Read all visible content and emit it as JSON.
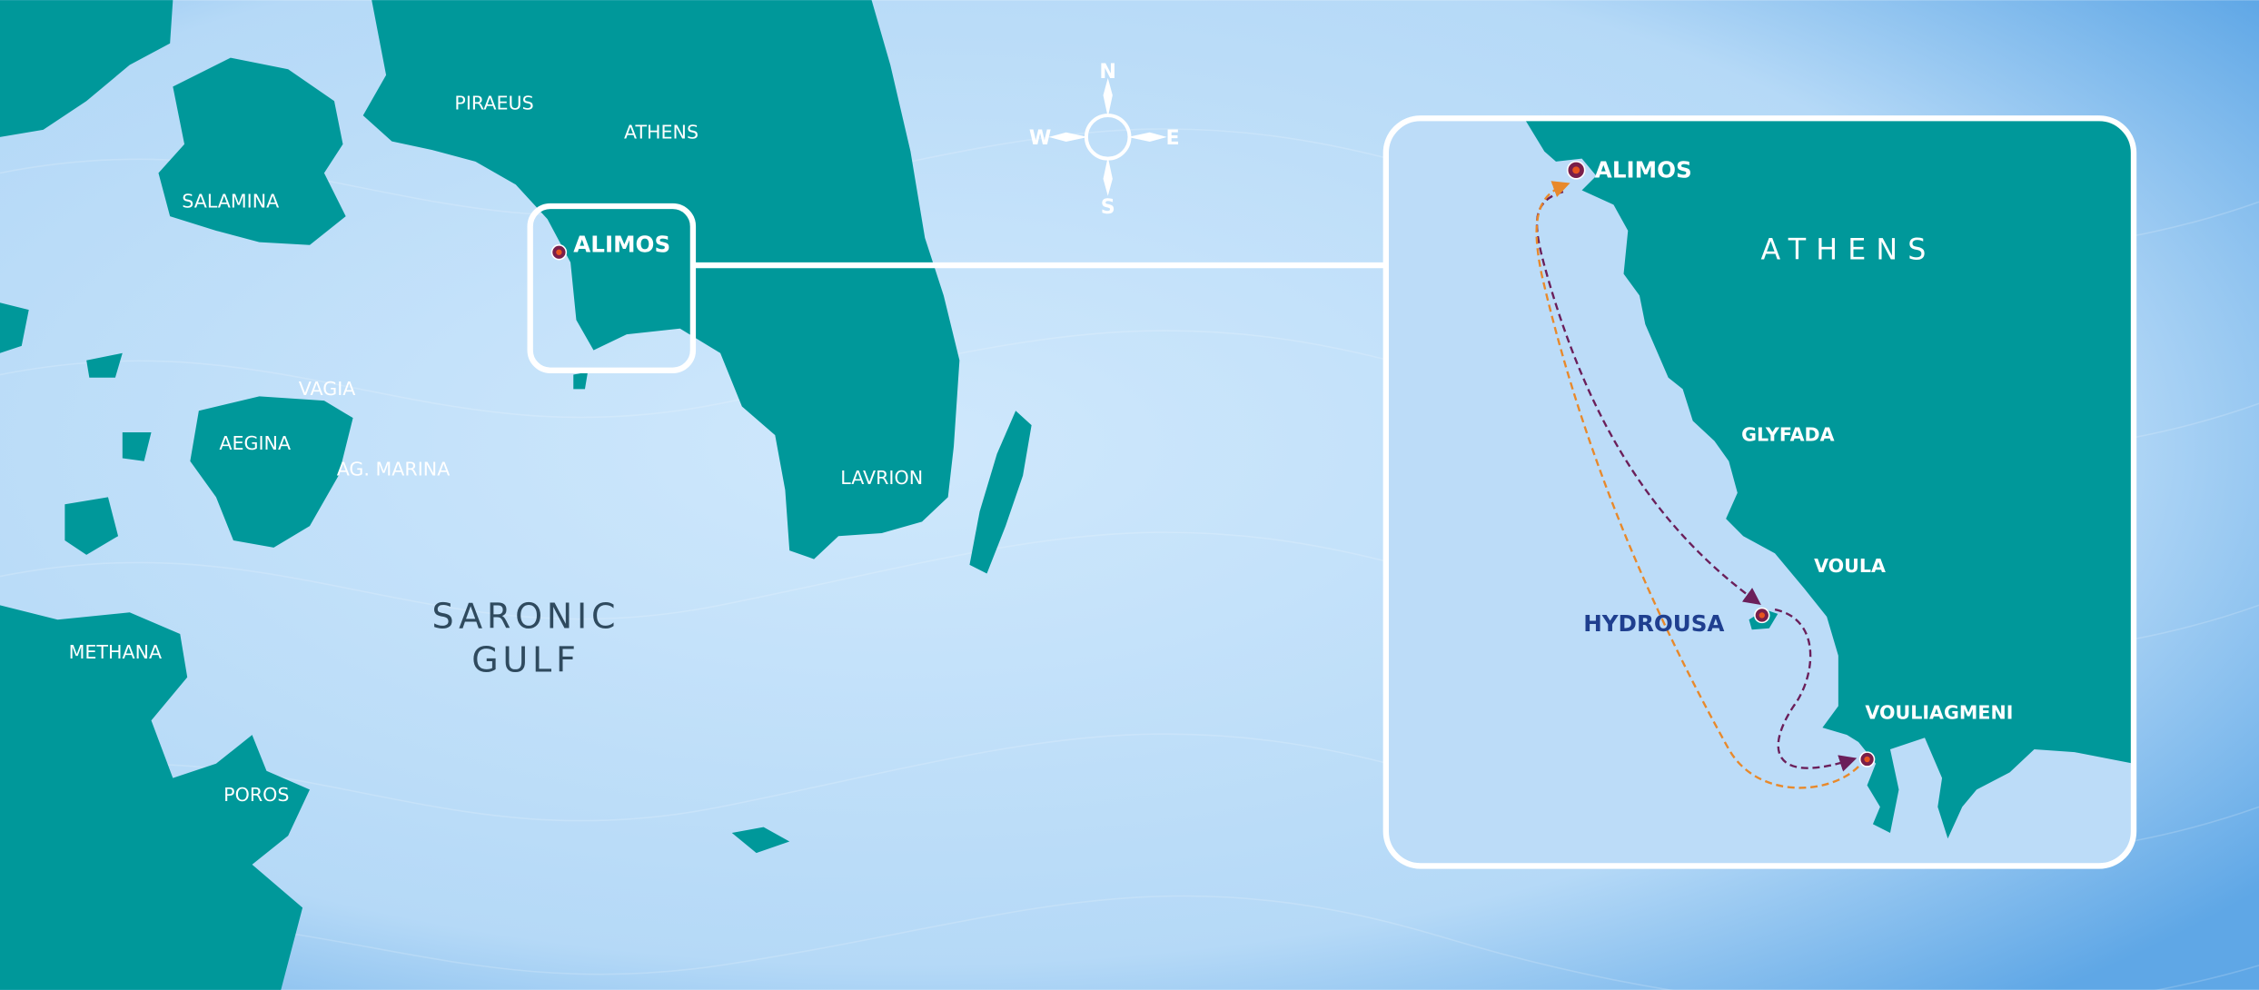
{
  "colors": {
    "land": "#00989a",
    "sea_light": "#c9e4fb",
    "sea_edge": "#5fa7e6",
    "marker": "#7a1f4a",
    "marker_dot": "#e8551e",
    "route_purple": "#6b1f5a",
    "route_orange": "#e8892b",
    "hydrousa": "#1f3f8f"
  },
  "compass": {
    "n": "N",
    "e": "E",
    "s": "S",
    "w": "W"
  },
  "overview_labels": {
    "piraeus": "PIRAEUS",
    "athens": "ATHENS",
    "salamina": "SALAMINA",
    "alimos": "ALIMOS",
    "vagia": "VAGIA",
    "aegina": "AEGINA",
    "ag_marina": "AG. MARINA",
    "lavrion": "LAVRION",
    "saronic": "SARONIC",
    "gulf": "GULF",
    "methana": "METHANA",
    "poros": "POROS"
  },
  "inset_labels": {
    "alimos": "ALIMOS",
    "athens": "ATHENS",
    "glyfada": "GLYFADA",
    "voula": "VOULA",
    "hydrousa": "HYDROUSA",
    "vouliagmeni": "VOULIAGMENI"
  },
  "route": {
    "stops": [
      "ALIMOS",
      "HYDROUSA",
      "VOULIAGMENI",
      "ALIMOS"
    ]
  }
}
